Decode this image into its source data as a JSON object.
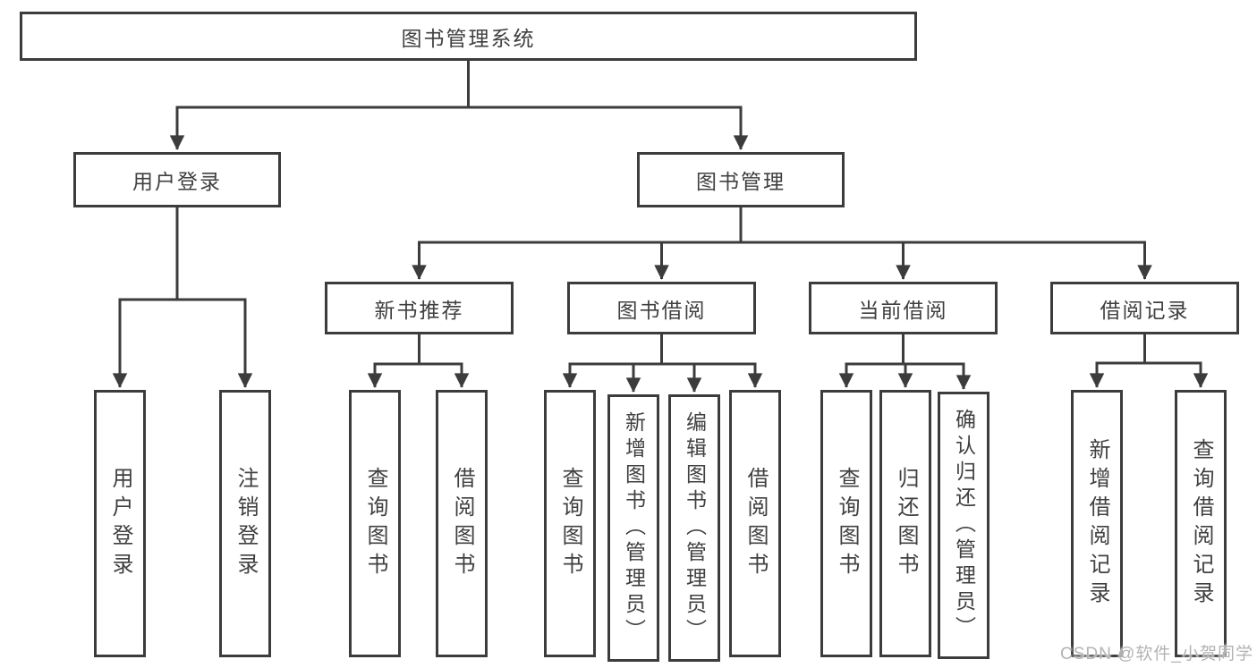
{
  "diagram": {
    "root": "图书管理系统",
    "branches": [
      {
        "label": "用户登录",
        "children": [
          "用户登录",
          "注销登录"
        ]
      },
      {
        "label": "图书管理",
        "groups": [
          {
            "label": "新书推荐",
            "children": [
              "查询图书",
              "借阅图书"
            ]
          },
          {
            "label": "图书借阅",
            "children": [
              "查询图书",
              "新增图书（管理员）",
              "编辑图书（管理员）",
              "借阅图书"
            ]
          },
          {
            "label": "当前借阅",
            "children": [
              "查询图书",
              "归还图书",
              "确认归还（管理员）"
            ]
          },
          {
            "label": "借阅记录",
            "children": [
              "新增借阅记录",
              "查询借阅记录"
            ]
          }
        ]
      }
    ]
  },
  "watermark": {
    "text": "CSDN @软件_小贺同学"
  },
  "colors": {
    "line": "#3c3c3c",
    "text": "#404040",
    "watermark": "#b3b3b3",
    "background": "#ffffff"
  }
}
